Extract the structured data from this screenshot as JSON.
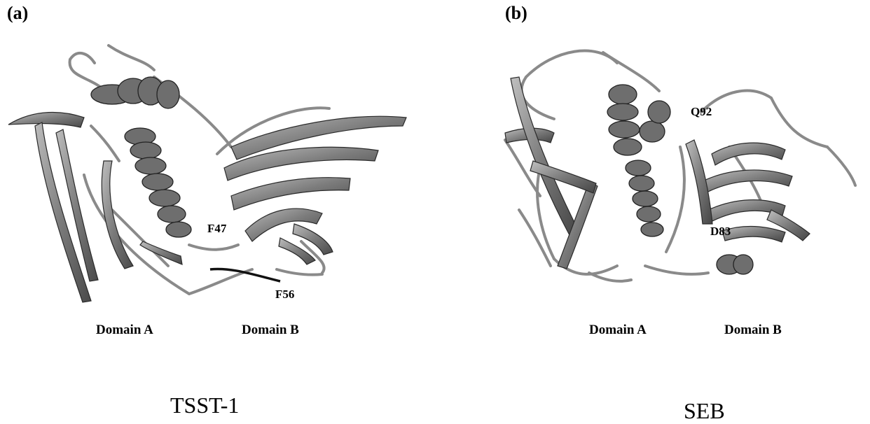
{
  "panel_a": {
    "label": "(a)",
    "residues": [
      "F47",
      "F56"
    ],
    "domain_a": "Domain A",
    "domain_b": "Domain B",
    "caption": "TSST-1"
  },
  "panel_b": {
    "label": "(b)",
    "residues": [
      "Q92",
      "D83"
    ],
    "domain_a": "Domain A",
    "domain_b": "Domain B",
    "caption": "SEB"
  },
  "colors": {
    "ribbon_fill": "#7a7a7a",
    "ribbon_stroke": "#2a2a2a",
    "coil": "#8a8a8a"
  }
}
